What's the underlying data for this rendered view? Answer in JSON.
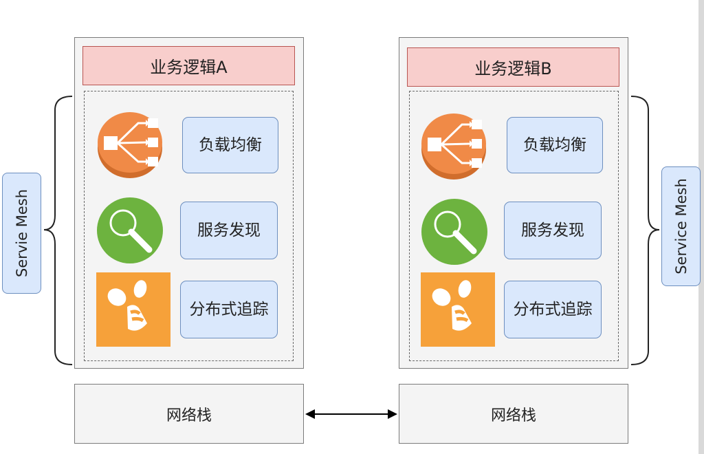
{
  "left": {
    "business_label": "业务逻辑A",
    "mesh_label": "Servie Mesh",
    "features": [
      "负载均衡",
      "服务发现",
      "分布式追踪"
    ],
    "network_label": "网络栈"
  },
  "right": {
    "business_label": "业务逻辑B",
    "mesh_label": "Service Mesh",
    "features": [
      "负载均衡",
      "服务发现",
      "分布式追踪"
    ],
    "network_label": "网络栈"
  },
  "icons": {
    "load_balance": "load-balancer-icon",
    "discovery": "magnifier-icon",
    "tracing": "bee-icon"
  },
  "colors": {
    "business_fill": "#f8cecc",
    "feature_fill": "#dae8fc",
    "load_balance_orange": "#f08a47",
    "discovery_green": "#6db33f",
    "tracing_orange": "#f6a13a"
  }
}
